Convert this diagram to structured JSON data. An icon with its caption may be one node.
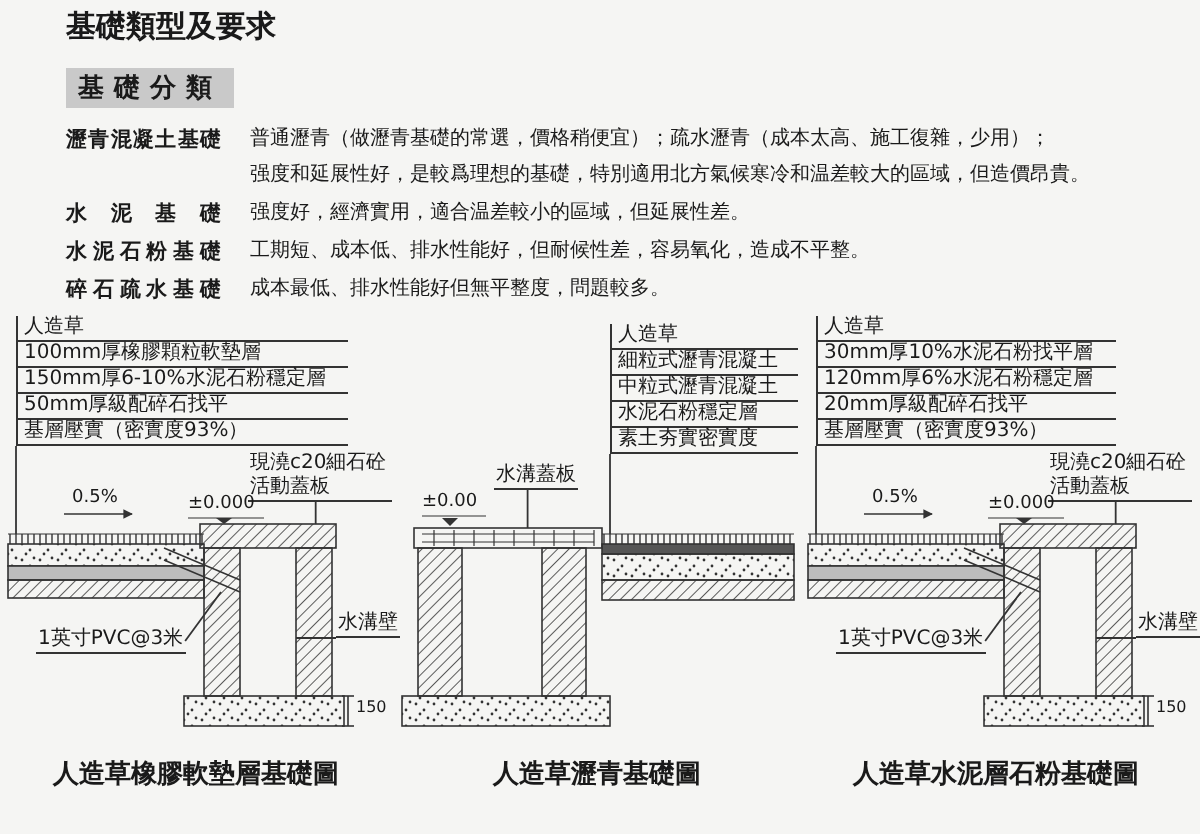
{
  "diagram": {
    "title": "基礎類型及要求",
    "nodes": [
      {
        "text": [
          "基礎分類"
        ]
      },
      {
        "text": [
          "人造草",
          "100mm厚橡膠顆粒軟墊層",
          "150mm厚6-10%水泥石粉穩定層",
          "50mm厚級配碎石找平",
          "基層壓實（密實度93%）"
        ]
      },
      {
        "text": [
          "現澆c20細石砼活動蓋板"
        ]
      },
      {
        "text": [
          "1英寸PVC@3米"
        ]
      },
      {
        "text": [
          "水溝壁"
        ]
      },
      {
        "text": [
          "人造草",
          "細粒式瀝青混凝土",
          "中粒式瀝青混凝土",
          "水泥石粉穩定層",
          "素土夯實密實度"
        ]
      },
      {
        "text": [
          "水溝蓋板"
        ]
      },
      {
        "text": [
          "人造草",
          "30mm厚10%水泥石粉找平層",
          "120mm厚6%水泥石粉穩定層",
          "20mm厚級配碎石找平",
          "基層壓實（密實度93%）"
        ]
      },
      {
        "text": [
          "現澆c20細石砼活動蓋板"
        ]
      },
      {
        "text": [
          "1英寸PVC@3米"
        ]
      },
      {
        "text": [
          "水溝壁"
        ]
      },
      {
        "text": [],
        "shape": "bar"
      },
      {
        "text": [],
        "shape": "box"
      },
      {
        "text": [],
        "shape": "pipe"
      },
      {
        "text": [],
        "shape": "box"
      },
      {
        "text": [],
        "shape": "bar"
      },
      {
        "text": [],
        "shape": "box"
      },
      {
        "text": [],
        "shape": "bar"
      },
      {
        "text": [],
        "shape": "box"
      },
      {
        "text": [],
        "shape": "pipe"
      },
      {
        "text": [],
        "shape": "box"
      }
    ],
    "edges": [
      {
        "from": 1,
        "to": 11,
        "arrow": "none"
      },
      {
        "from": 2,
        "to": 12,
        "arrow": "none"
      },
      {
        "from": 3,
        "to": 13,
        "arrow": "none"
      },
      {
        "from": 4,
        "to": 14,
        "arrow": "none"
      },
      {
        "from": 5,
        "to": 15,
        "arrow": "none"
      },
      {
        "from": 6,
        "to": 16,
        "arrow": "none"
      },
      {
        "from": 7,
        "to": 17,
        "arrow": "none"
      },
      {
        "from": 8,
        "to": 18,
        "arrow": "none"
      },
      {
        "from": 9,
        "to": 19,
        "arrow": "none"
      },
      {
        "from": 10,
        "to": 20,
        "arrow": "none"
      }
    ],
    "labels": [
      "瀝青混凝土基礎",
      "普通瀝青（做瀝青基礎的常選，價格稍便宜）；疏水瀝青（成本太高、施工復雜，少用）；",
      "强度和延展性好，是較爲理想的基礎，特別適用北方氣候寒冷和温差較大的區域，但造價昂貴。",
      "水泥基礎",
      "强度好，經濟實用，適合温差較小的區域，但延展性差。",
      "水泥石粉基礎",
      "工期短、成本低、排水性能好，但耐候性差，容易氧化，造成不平整。",
      "碎石疏水基礎",
      "成本最低、排水性能好但無平整度，問題較多。",
      "0.5%",
      "±0.000",
      "150",
      "人造草橡膠軟墊層基礎圖",
      "±0.00",
      "人造草瀝青基礎圖",
      "0.5%",
      "±0.000",
      "150",
      "人造草水泥層石粉基礎圖"
    ]
  }
}
